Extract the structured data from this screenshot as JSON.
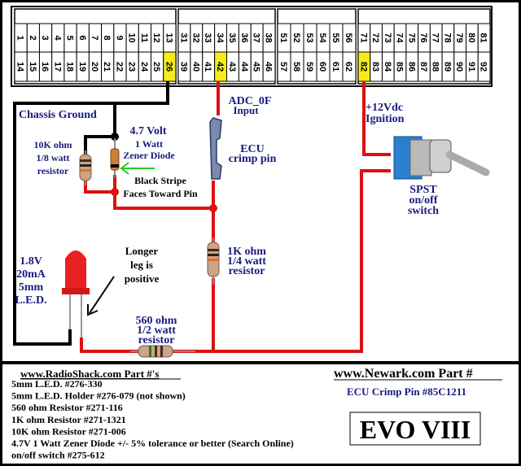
{
  "connector": {
    "blocks": [
      {
        "top": [
          "1",
          "2",
          "3",
          "4",
          "5",
          "6",
          "7",
          "8",
          "9",
          "10",
          "11",
          "12",
          "13"
        ],
        "bottom": [
          "14",
          "15",
          "16",
          "17",
          "18",
          "19",
          "20",
          "21",
          "22",
          "23",
          "24",
          "25",
          "26"
        ],
        "highlight": "26"
      },
      {
        "top": [
          "31",
          "32",
          "33",
          "34",
          "35",
          "36",
          "37",
          "38"
        ],
        "bottom": [
          "39",
          "40",
          "41",
          "42",
          "43",
          "44",
          "45",
          "46"
        ],
        "highlight": "42"
      },
      {
        "top": [
          "51",
          "52",
          "53",
          "54",
          "55",
          "56"
        ],
        "bottom": [
          "57",
          "58",
          "59",
          "60",
          "61",
          "62"
        ],
        "highlight": null
      },
      {
        "top": [
          "71",
          "72",
          "73",
          "74",
          "75",
          "76",
          "77",
          "78",
          "79",
          "80",
          "81"
        ],
        "bottom": [
          "82",
          "83",
          "84",
          "85",
          "86",
          "87",
          "88",
          "89",
          "90",
          "91",
          "92"
        ],
        "highlight": "82"
      }
    ],
    "highlight_color": "#f5ec1a"
  },
  "labels": {
    "chassis_ground": "Chassis Ground",
    "resistor_10k": [
      "10K ohm",
      "1/8 watt",
      "resistor"
    ],
    "zener": [
      "4.7 Volt",
      "1 Watt",
      "Zener Diode"
    ],
    "stripe_note": [
      "Black Stripe",
      "Faces Toward Pin"
    ],
    "adc": [
      "ADC_0F",
      "Input"
    ],
    "crimp": [
      "ECU",
      "crimp pin"
    ],
    "ignition": [
      "+12Vdc",
      "Ignition"
    ],
    "switch": [
      "SPST",
      "on/off",
      "switch"
    ],
    "led": [
      "1.8V",
      "20mA",
      "5mm",
      "L.E.D."
    ],
    "longer_leg": [
      "Longer",
      "leg is",
      "positive"
    ],
    "resistor_1k": [
      "1K ohm",
      "1/4 watt",
      "resistor"
    ],
    "resistor_560": [
      "560 ohm",
      "1/2 watt",
      "resistor"
    ]
  },
  "parts": {
    "radioshack_title": "www.RadioShack.com Part #'s",
    "radioshack_items": [
      "5mm L.E.D. #276-330",
      "5mm L.E.D. Holder #276-079 (not shown)",
      "560 ohm Resistor #271-116",
      "1K ohm Resistor #271-1321",
      "10K ohm Resistor #271-006",
      "4.7V 1 Watt Zener Diode +/- 5% tolerance or better (Search Online)",
      "on/off switch #275-612"
    ],
    "newark_title": "www.Newark.com Part #",
    "newark_item": "ECU Crimp Pin #85C1211",
    "model": "EVO VIII"
  },
  "colors": {
    "wire_positive": "#dd1111",
    "wire_ground": "#000000",
    "label": "#1a1a80"
  }
}
